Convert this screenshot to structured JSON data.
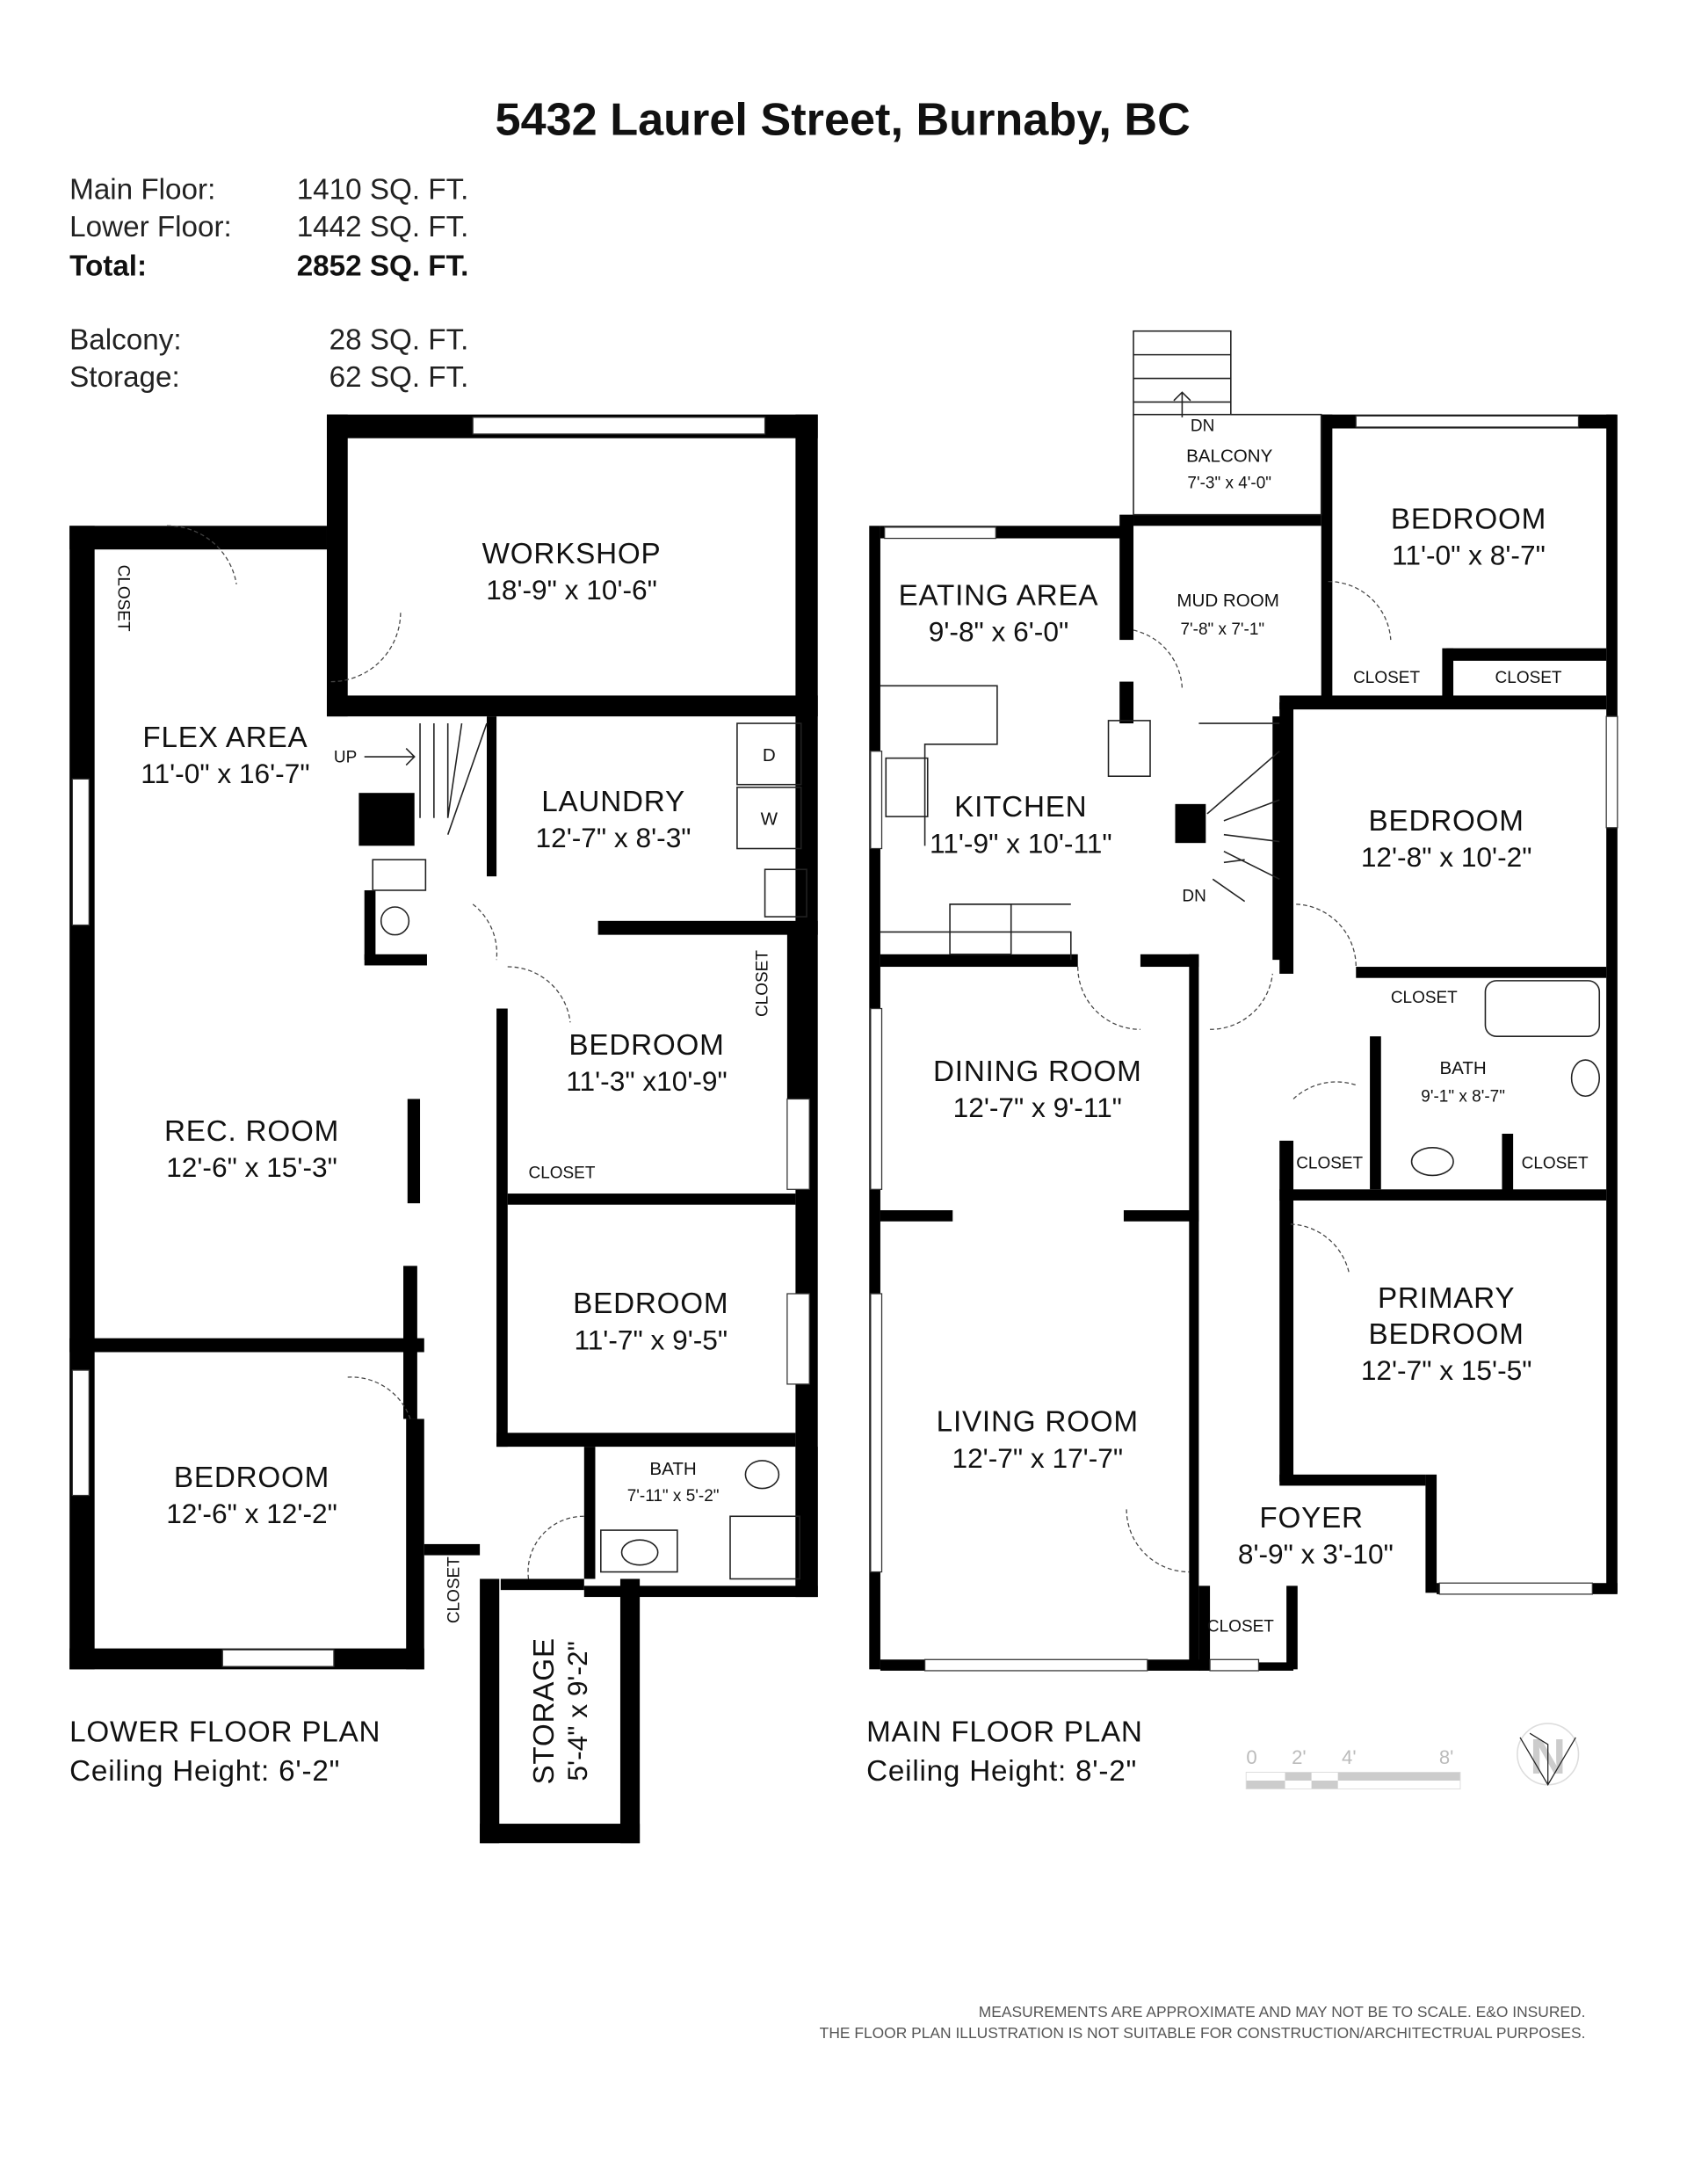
{
  "title": "5432 Laurel Street, Burnaby, BC",
  "areas": [
    {
      "label": "Main Floor:",
      "value": "1410 SQ. FT.",
      "bold": false
    },
    {
      "label": "Lower Floor:",
      "value": "1442 SQ. FT.",
      "bold": false
    },
    {
      "label": "Total:",
      "value": "2852 SQ. FT.",
      "bold": true
    }
  ],
  "extra_areas": [
    {
      "label": "Balcony:",
      "value": "28 SQ. FT."
    },
    {
      "label": "Storage:",
      "value": "62 SQ. FT."
    }
  ],
  "lower_floor": {
    "name": "LOWER FLOOR PLAN",
    "ceiling": "Ceiling Height: 6'-2\"",
    "rooms": {
      "workshop": {
        "name": "WORKSHOP",
        "dim": "18'-9\" x 10'-6\""
      },
      "flex": {
        "name": "FLEX AREA",
        "dim": "11'-0\"  x 16'-7\""
      },
      "laundry": {
        "name": "LAUNDRY",
        "dim": "12'-7\" x  8'-3\""
      },
      "bedroom1": {
        "name": "BEDROOM",
        "dim": "11'-3\" x10'-9\""
      },
      "rec": {
        "name": "REC. ROOM",
        "dim": "12'-6\" x 15'-3\""
      },
      "bedroom2": {
        "name": "BEDROOM",
        "dim": "11'-7\" x 9'-5\""
      },
      "bedroom3": {
        "name": "BEDROOM",
        "dim": "12'-6\" x 12'-2\""
      },
      "bath": {
        "name": "BATH",
        "dim": "7'-11\" x 5'-2\""
      },
      "storage": {
        "name": "STORAGE",
        "dim": "5'-4\" x 9'-2\""
      }
    },
    "closet_label": "CLOSET",
    "up_label": "UP",
    "dryer": "D",
    "washer": "W"
  },
  "main_floor": {
    "name": "MAIN FLOOR PLAN",
    "ceiling": "Ceiling Height: 8'-2\"",
    "rooms": {
      "eating": {
        "name": "EATING AREA",
        "dim": "9'-8\" x 6'-0\""
      },
      "balcony": {
        "name": "BALCONY",
        "dim": "7'-3\" x 4'-0\""
      },
      "mud": {
        "name": "MUD ROOM",
        "dim": "7'-8\" x 7'-1\""
      },
      "bedroom1": {
        "name": "BEDROOM",
        "dim": "11'-0\" x 8'-7\""
      },
      "kitchen": {
        "name": "KITCHEN",
        "dim": "11'-9\" x  10'-11\""
      },
      "bedroom2": {
        "name": "BEDROOM",
        "dim": "12'-8\" x 10'-2\""
      },
      "bath": {
        "name": "BATH",
        "dim": "9'-1\" x 8'-7\""
      },
      "dining": {
        "name": "DINING ROOM",
        "dim": "12'-7\" x 9'-11\""
      },
      "primary": {
        "name": "PRIMARY",
        "name2": "BEDROOM",
        "dim": "12'-7\" x 15'-5\""
      },
      "living": {
        "name": "LIVING ROOM",
        "dim": "12'-7\" x 17'-7\""
      },
      "foyer": {
        "name": "FOYER",
        "dim": "8'-9\" x 3'-10\""
      }
    },
    "closet_label": "CLOSET",
    "dn_label": "DN"
  },
  "scale_bar": {
    "ticks": [
      "0",
      "2'",
      "4'",
      "8'"
    ],
    "color": "#cccccc"
  },
  "compass": {
    "icon": "north-arrow-icon",
    "letter": "N"
  },
  "disclaimer": [
    "MEASUREMENTS ARE APPROXIMATE AND MAY NOT BE TO SCALE.  E&O INSURED.",
    "THE FLOOR PLAN ILLUSTRATION IS NOT SUITABLE FOR CONSTRUCTION/ARCHITECTRUAL PURPOSES."
  ]
}
